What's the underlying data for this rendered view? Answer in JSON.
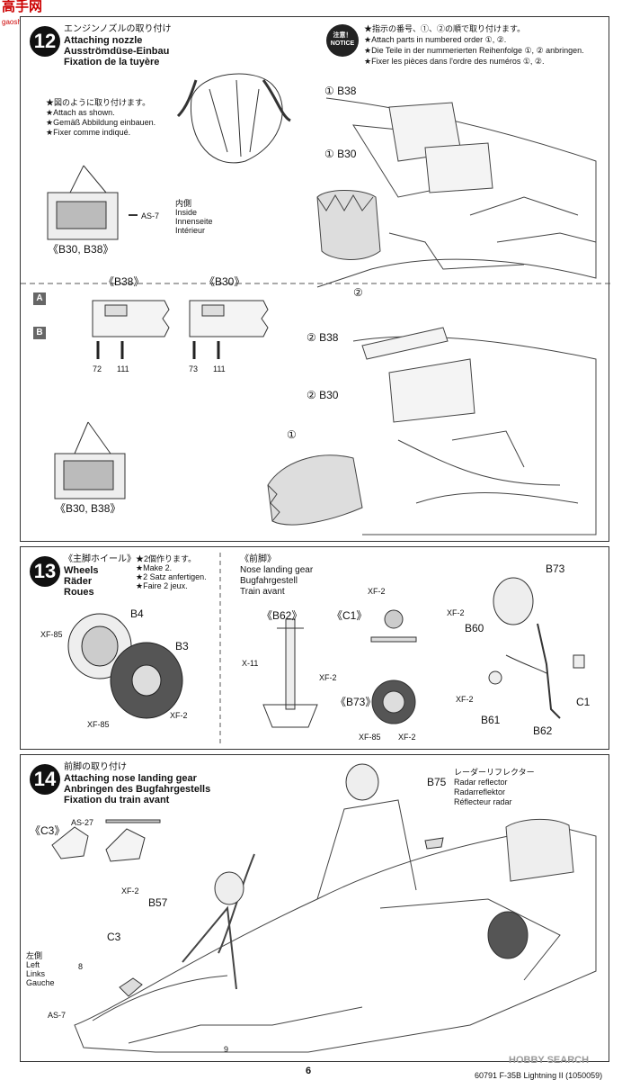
{
  "header": {
    "logo_text": "高手网",
    "logo_url": "gaoshou.com"
  },
  "step12": {
    "number": "12",
    "title": [
      "エンジンノズルの取り付け",
      "Attaching nozzle",
      "Ausströmdüse-Einbau",
      "Fixation de la tuyère"
    ],
    "notice_label": "注意！ NOTICE",
    "notice_lines": [
      "★指示の番号、①、②の順で取り付けます。",
      "★Attach parts in numbered order ①, ②.",
      "★Die Teile in der nummerierten Reihenfolge ①, ② anbringen.",
      "★Fixer les pièces dans l'ordre des numéros ①, ②."
    ],
    "attach_lines": [
      "★図のように取り付けます。",
      "★Attach as shown.",
      "★Gemäß Abbildung einbauen.",
      "★Fixer comme indiqué."
    ],
    "paint_code": "AS-7",
    "inside_lines": [
      "内側",
      "Inside",
      "Innenseite",
      "Intérieur"
    ],
    "part_group": "《B30, B38》",
    "part_group_b": "《B30, B38》",
    "upper_parts": [
      "① B38",
      "① B30",
      "②"
    ],
    "lower_parts": [
      "② B38",
      "② B30",
      "①"
    ],
    "variant_a": "A",
    "variant_b": "B",
    "b38_label": "《B38》",
    "b30_label": "《B30》",
    "arrow_nums": [
      "72",
      "111",
      "73",
      "111"
    ]
  },
  "step13": {
    "number": "13",
    "wheels_title": [
      "《主脚ホイール》",
      "Wheels",
      "Räder",
      "Roues"
    ],
    "make_lines": [
      "★2個作ります。",
      "★Make 2.",
      "★2 Satz anfertigen.",
      "★Faire 2 jeux."
    ],
    "wheel_parts": [
      "B4",
      "B3",
      "XF-85",
      "XF-85",
      "XF-2"
    ],
    "nose_title": [
      "《前脚》",
      "Nose landing gear",
      "Bugfahrgestell",
      "Train avant"
    ],
    "subs": [
      "《B62》",
      "《C1》",
      "《B73》"
    ],
    "nose_paints": [
      "X-11",
      "XF-2",
      "XF-2",
      "XF-85",
      "XF-2"
    ],
    "assembly_parts": [
      "B73",
      "XF-2",
      "B60",
      "XF-2",
      "B61",
      "B62",
      "C1"
    ]
  },
  "step14": {
    "number": "14",
    "title": [
      "前脚の取り付け",
      "Attaching nose landing gear",
      "Anbringen des Bugfahrgestells",
      "Fixation du train avant"
    ],
    "c3_label": "《C3》",
    "c3_paint": "AS-27",
    "radar_lines": [
      "レーダーリフレクター",
      "Radar reflector",
      "Radarreflektor",
      "Réflecteur radar"
    ],
    "parts": [
      "B75",
      "XF-2",
      "B57",
      "C3",
      "AS-7"
    ],
    "left_lines": [
      "左側",
      "Left",
      "Links",
      "Gauche"
    ],
    "nums": [
      "8",
      "9"
    ]
  },
  "footer": {
    "page": "6",
    "code": "60791 F-35B Lightning II (1050059)",
    "watermark": "HOBBY SEARCH"
  }
}
